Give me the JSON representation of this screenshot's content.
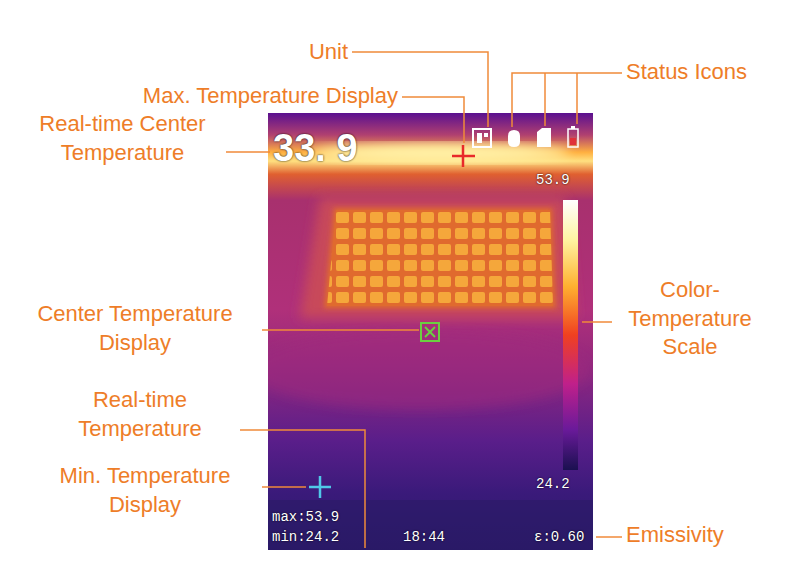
{
  "diagram": {
    "labels": [
      "Unit",
      "Max. Temperature Display",
      "Real-time Center Temperature",
      "33. 9",
      "Status Icons",
      "53.9",
      "Center Temperature Display",
      "Color- Temperature Scale",
      "Real-time Temperature",
      "Min. Temperature Display",
      "24.2",
      "max:53.9",
      "min:24.2",
      "18:44",
      "ε:0.60",
      "Emissivity"
    ]
  }
}
